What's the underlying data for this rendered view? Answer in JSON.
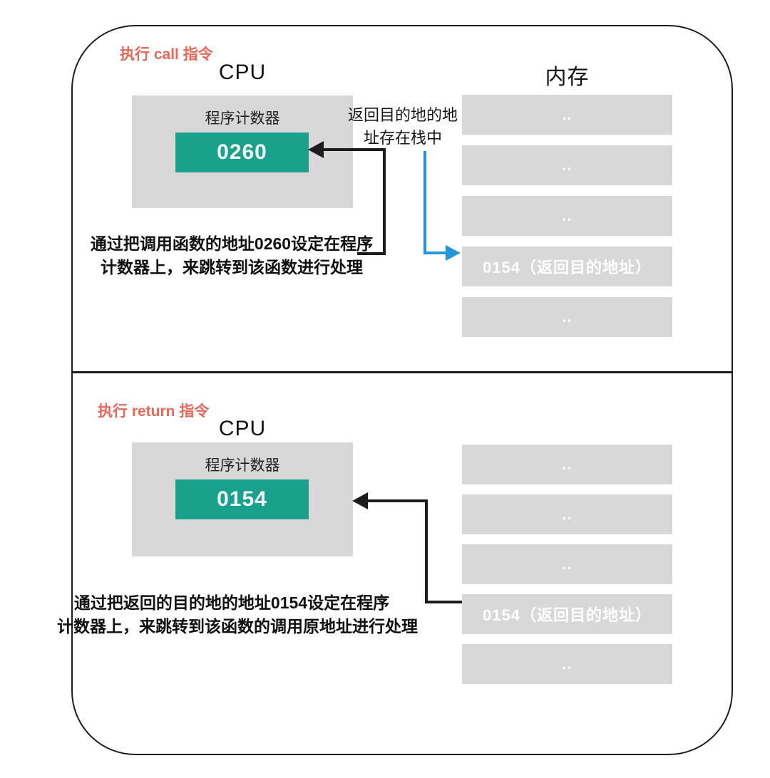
{
  "colors": {
    "accent_red": "#e8685a",
    "teal": "#1aa18d",
    "box_gray": "#d8d8d8",
    "arrow_blue": "#2196d9",
    "line_black": "#1c1c1c"
  },
  "panel_call": {
    "section_label": "执行 call 指令",
    "cpu_title": "CPU",
    "memory_title": "内存",
    "pc_label": "程序计数器",
    "pc_value": "0260",
    "note_lines": [
      "返回目的地的地",
      "址存在栈中"
    ],
    "memory_rows": [
      "..",
      "..",
      "..",
      "0154（返回目的地址）",
      ".."
    ],
    "caption_lines": [
      "通过把调用函数的地址0260设定在程序",
      "计数器上，来跳转到该函数进行处理"
    ]
  },
  "panel_return": {
    "section_label": "执行 return 指令",
    "cpu_title": "CPU",
    "pc_label": "程序计数器",
    "pc_value": "0154",
    "memory_rows": [
      "..",
      "..",
      "..",
      "0154（返回目的地址）",
      ".."
    ],
    "caption_lines": [
      "通过把返回的目的地的地址0154设定在程序",
      "计数器上，来跳转到该函数的调用原地址进行处理"
    ]
  }
}
